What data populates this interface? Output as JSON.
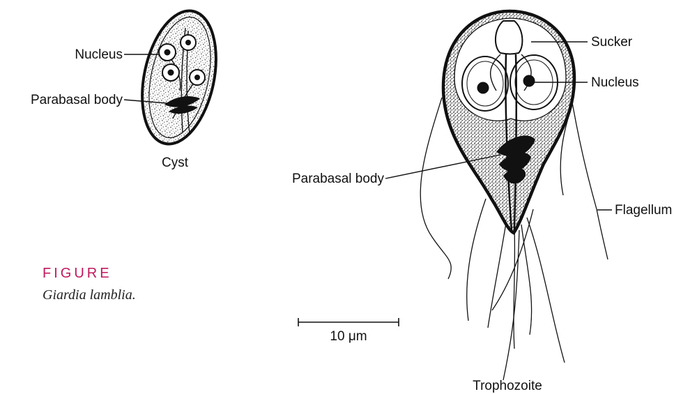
{
  "diagram": {
    "cyst": {
      "caption": "Cyst",
      "labels": {
        "nucleus": "Nucleus",
        "parabasal_body": "Parabasal body"
      }
    },
    "trophozoite": {
      "caption": "Trophozoite",
      "labels": {
        "sucker": "Sucker",
        "nucleus": "Nucleus",
        "parabasal_body": "Parabasal body",
        "flagellum": "Flagellum"
      }
    },
    "scale_bar": {
      "label": "10 μm"
    }
  },
  "figure_caption": {
    "title": "FIGURE",
    "text": "Giardia lamblia.",
    "title_color": "#c2185b"
  }
}
